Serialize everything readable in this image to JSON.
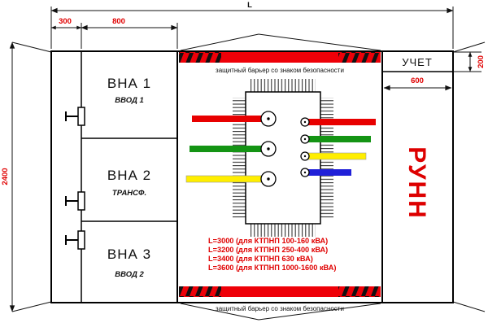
{
  "drawing": {
    "dim_L_label": "L",
    "dim_300": "300",
    "dim_800": "800",
    "dim_2400": "2400",
    "dim_200": "200",
    "dim_600": "600",
    "compartments": [
      {
        "title": "ВНА 1",
        "subtitle": "ВВОД 1"
      },
      {
        "title": "ВНА 2",
        "subtitle": "ТРАНСФ."
      },
      {
        "title": "ВНА 3",
        "subtitle": "ВВОД 2"
      }
    ],
    "barrier_caption": "защитный барьер со знаком безопасности",
    "metering_label": "УЧЕТ",
    "lv_panel_label": "РУНН",
    "length_options": [
      "L=3000 (для КТПНП 100-160 кВА)",
      "L=3200 (для КТПНП 250-400 кВА)",
      "L=3400 (для КТПНП 630 кВА)",
      "L=3600 (для КТПНП 1000-1600 кВА)"
    ]
  },
  "colors": {
    "line_dark": "#111111",
    "dim_text": "#e00000",
    "options_text": "#e00000",
    "barrier_red": "#ee0008",
    "lv_text": "#dd0000",
    "phase_red": "#e80000",
    "phase_green": "#149414",
    "phase_yellow": "#ffee00",
    "neutral_blue": "#2020d8"
  }
}
